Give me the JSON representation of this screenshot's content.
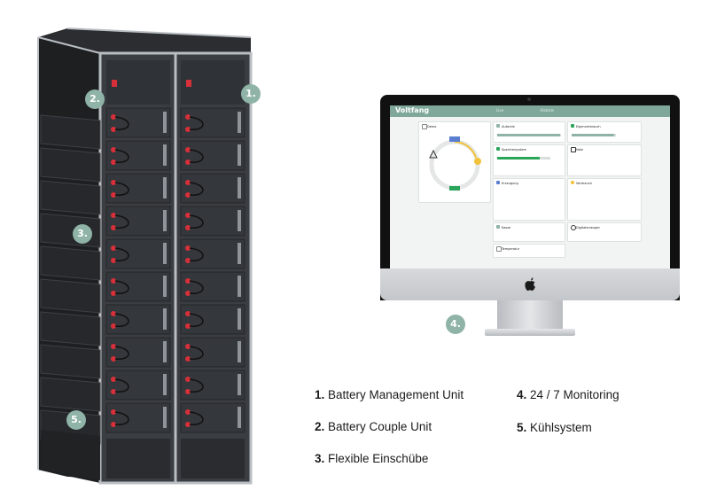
{
  "markers": {
    "m1": "1.",
    "m2": "2.",
    "m3": "3.",
    "m4": "4.",
    "m5": "5."
  },
  "legend": [
    {
      "num": "1.",
      "text": "Battery Management Unit"
    },
    {
      "num": "2.",
      "text": "Battery Couple Unit"
    },
    {
      "num": "3.",
      "text": "Flexible Einschübe"
    },
    {
      "num": "4.",
      "text": "24 / 7 Monitoring"
    },
    {
      "num": "5.",
      "text": "Kühlsystem"
    }
  ],
  "dashboard": {
    "brand": "Voltfang",
    "tabs": [
      "Live",
      "Historie"
    ],
    "cards": {
      "demo": "Demo",
      "autarkie": "Autarkie",
      "eigenverbrauch": "Eigenverbrauch",
      "speichersystem": "Speichersystem",
      "netz": "Netz",
      "erzeugung": "Erzeugung",
      "verbrauch": "Verbrauch",
      "kasse": "Kasse",
      "digitalerzeuger": "Digitalerzeuger",
      "temperatur": "Temperatur"
    },
    "autarkie_pct": 0.98,
    "eigenverbrauch_pct": 0.96,
    "speicher_pct": 0.8
  },
  "colors": {
    "accent": "#8fb3a6",
    "brand_bar": "#7fa89a",
    "battery_red": "#d6303a"
  }
}
